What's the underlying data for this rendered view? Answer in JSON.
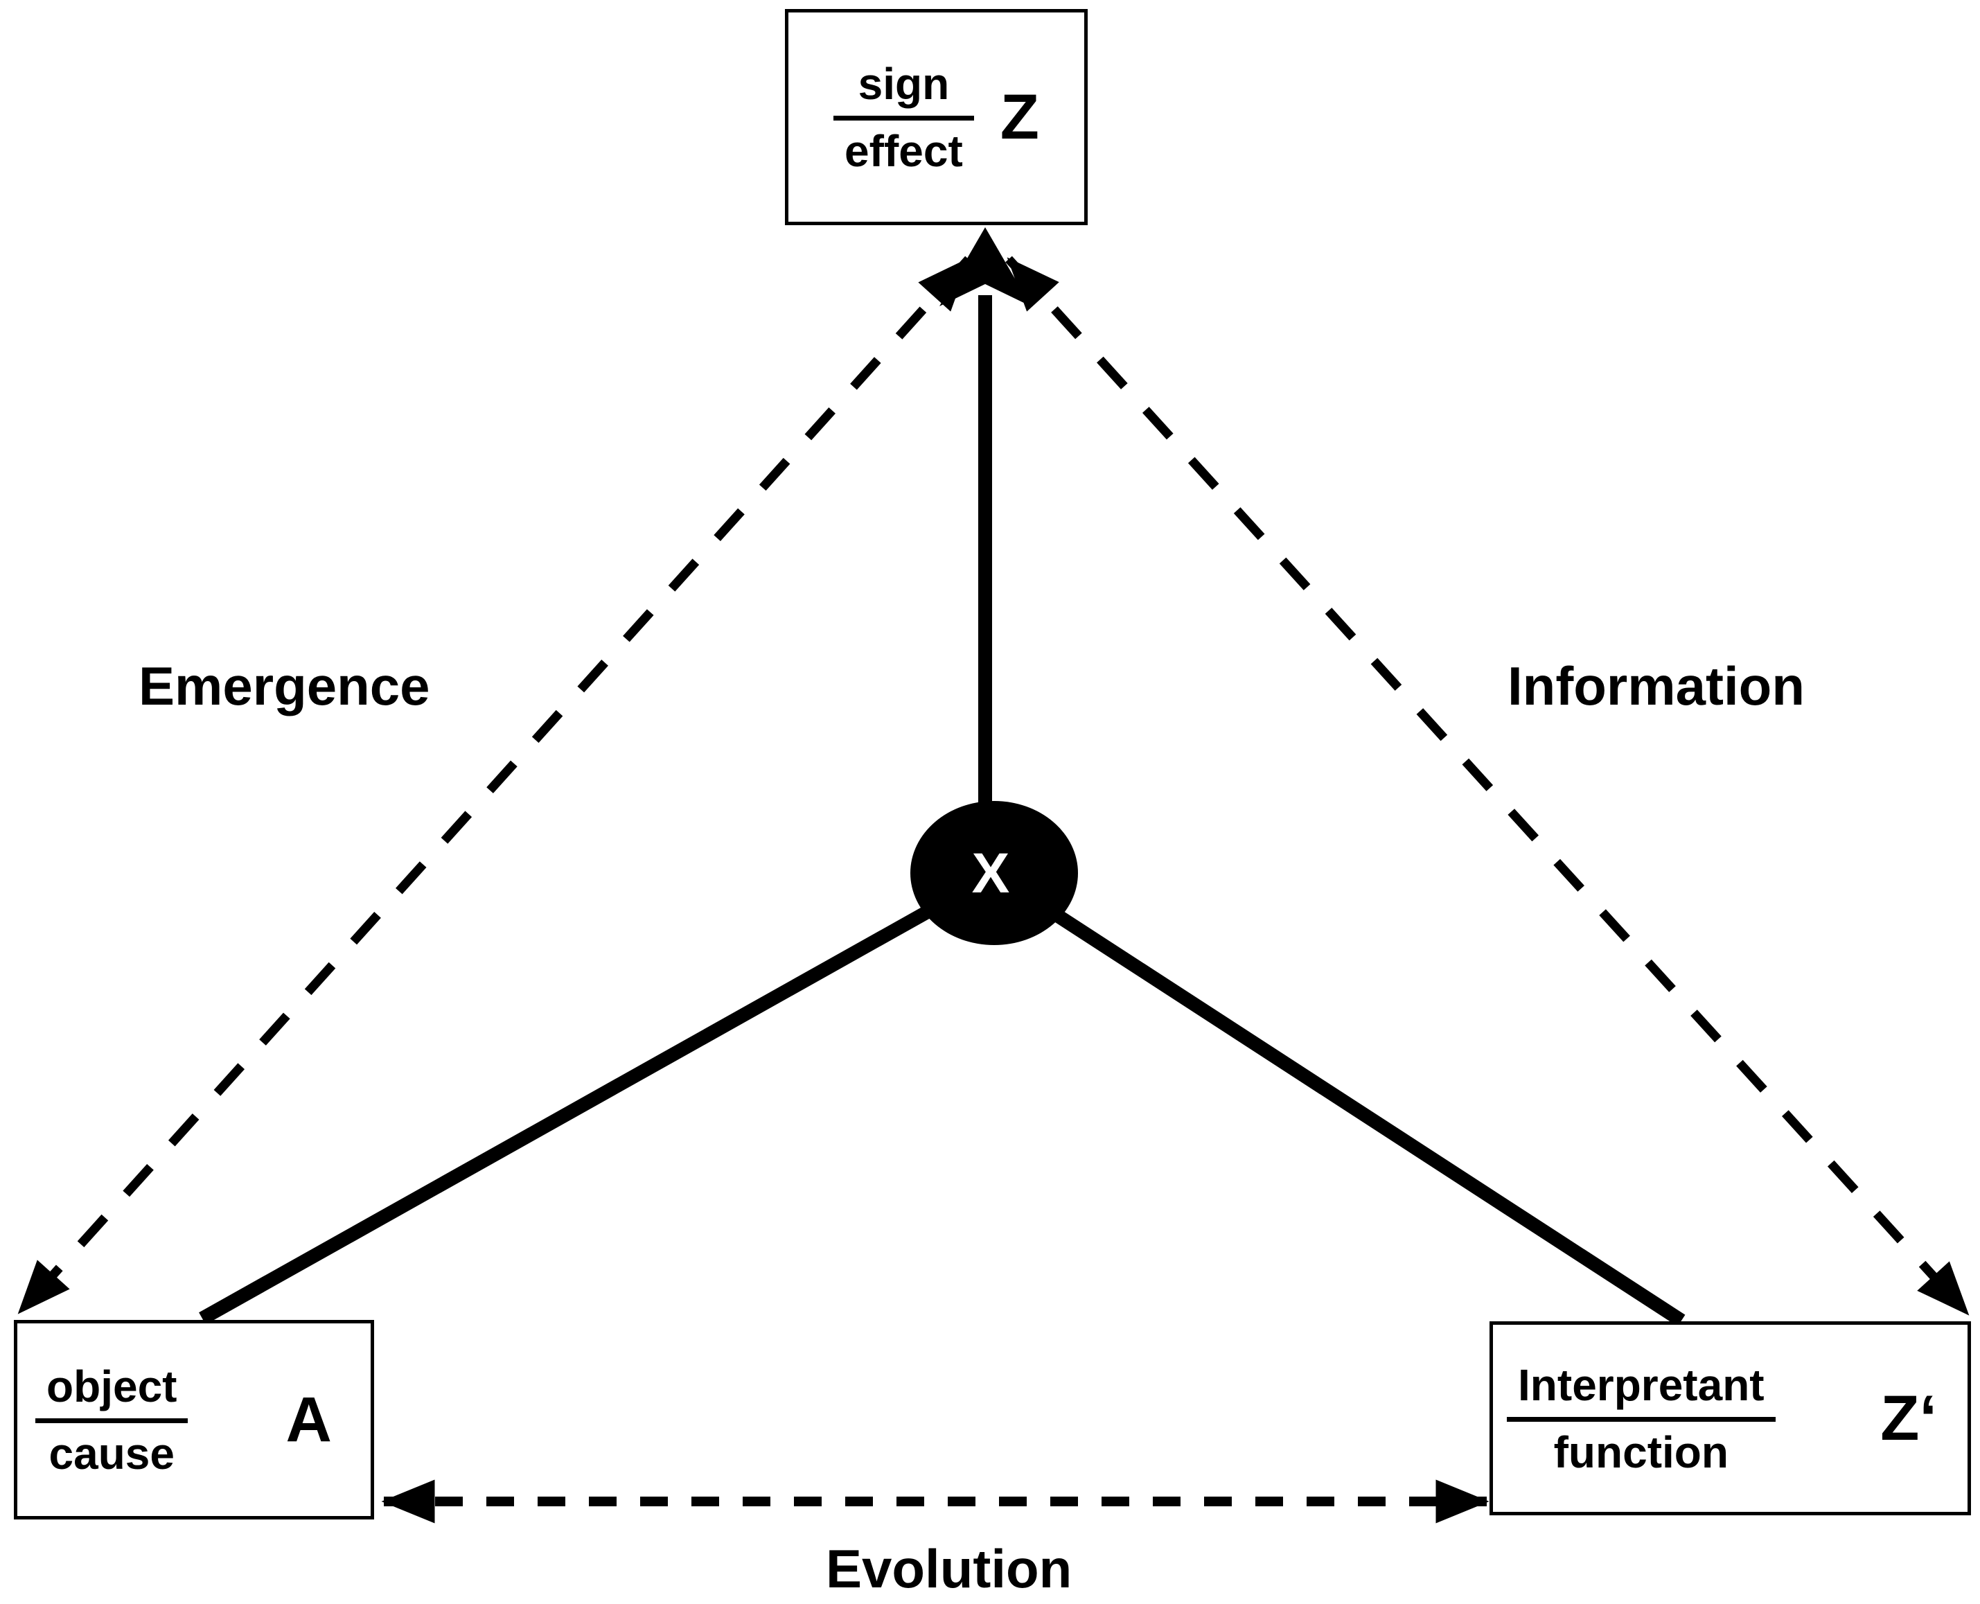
{
  "nodes": {
    "sign": {
      "numerator": "sign",
      "denominator": "effect",
      "symbol": "Z"
    },
    "object": {
      "numerator": "object",
      "denominator": "cause",
      "symbol": "A"
    },
    "interpretant": {
      "numerator": "Interpretant",
      "denominator": "function",
      "symbol": "Z‘"
    },
    "center": {
      "label": "X"
    }
  },
  "edges": {
    "emergence": {
      "label": "Emergence",
      "style": "dashed"
    },
    "information": {
      "label": "Information",
      "style": "dashed"
    },
    "evolution": {
      "label": "Evolution",
      "style": "dashed"
    }
  },
  "colors": {
    "foreground": "#000000",
    "background": "#ffffff",
    "center_node_fill": "#000000",
    "center_node_text": "#ffffff"
  }
}
